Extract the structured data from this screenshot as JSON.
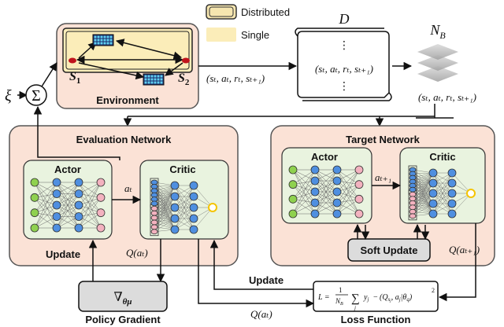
{
  "legend": {
    "distributed": "Distributed",
    "single": "Single",
    "distributed_color": "#f6e6b0",
    "single_color": "#fbedb9"
  },
  "noise": {
    "symbol": "ξ",
    "sum": "Σ"
  },
  "environment": {
    "title": "Environment",
    "agent1": "S",
    "agent1_sub": "1",
    "agent2": "S",
    "agent2_sub": "2"
  },
  "transition": {
    "tuple": "(s_t, a_t, r_t, s_{t+1})",
    "tuple_display": "(sₜ, aₜ, rₜ, sₜ₊₁)"
  },
  "replay_buffer": {
    "label": "D",
    "dots": "⋮",
    "entry": "(sₜ, aₜ, rₜ, sₜ₊₁)"
  },
  "minibatch": {
    "label": "N",
    "label_sub": "B",
    "tuple": "(sₜ, aₜ, rₜ, sₜ₊₁)"
  },
  "evaluation_network": {
    "title": "Evaluation Network",
    "actor": "Actor",
    "critic": "Critic",
    "action": "aₜ",
    "update": "Update"
  },
  "target_network": {
    "title": "Target Network",
    "actor": "Actor",
    "critic": "Critic",
    "action": "aₜ₊₁",
    "soft_update": "Soft Update"
  },
  "labels": {
    "q_at": "Q(aₜ)",
    "q_at_bottom": "Q(aₜ)",
    "q_at1": "Q(aₜ₊₁)",
    "update": "Update"
  },
  "policy_gradient": {
    "symbol": "∇θμ",
    "symbol_base": "∇",
    "symbol_sub": "θμ",
    "title": "Policy Gradient"
  },
  "loss_function": {
    "formula": "L = 1/N_B Σ_j y_j − (Q_{s_j}, a_j | θ_q)²",
    "title": "Loss Function"
  },
  "colors": {
    "panel_fill": "#fbe2d6",
    "panel_stroke": "#555555",
    "inner_fill": "#e9f3df",
    "node_green": "#8fd14f",
    "node_blue": "#4f8fe0",
    "node_pink": "#f3b2bf",
    "node_yellow": "#f5c400"
  }
}
